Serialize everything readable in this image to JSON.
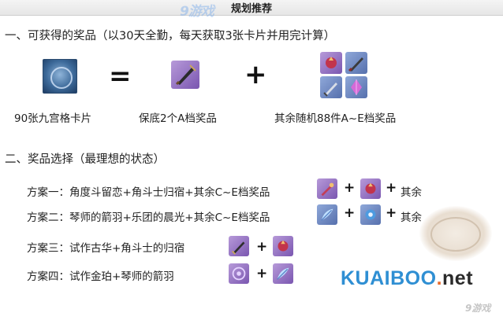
{
  "header": {
    "title": "规划推荐",
    "watermark": "9游戏"
  },
  "section1": {
    "heading": "一、可获得的奖品（以30天全勤，每天获取3张卡片并用完计算）",
    "equals": "=",
    "plus": "+",
    "labels": {
      "cards": "90张九宫格卡片",
      "guaranteed": "保底2个A档奖品",
      "random": "其余随机88件A~E档奖品"
    }
  },
  "section2": {
    "heading": "二、奖品选择（最理想的状态）",
    "plus": "+",
    "plans": [
      {
        "text": "方案一：角度斗留恋+角斗士归宿+其余C~E档奖品",
        "rest": "其余"
      },
      {
        "text": "方案二：琴师的箭羽+乐团的晨光+其余C~E档奖品",
        "rest": "其余"
      },
      {
        "text": "方案三：试作古华+角斗士的归宿"
      },
      {
        "text": "方案四：试作金珀+琴师的箭羽"
      }
    ]
  },
  "icons": {
    "card": "nine-grid-card-icon",
    "weapon": "sword-icon",
    "claymore": "claymore-icon",
    "artifact": "artifact-icon",
    "crystal": "crystal-icon",
    "catalyst": "catalyst-icon",
    "feather": "feather-icon"
  },
  "brand": {
    "name": "KUAIBOO",
    "dot": ".",
    "tld": "net",
    "watermark": "9游戏"
  },
  "colors": {
    "brand": "#2f8fd3",
    "brand_dot": "#e86a2c",
    "item_purple": "#7a56b0",
    "item_blue": "#5670ad"
  }
}
